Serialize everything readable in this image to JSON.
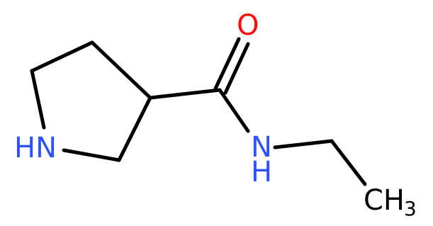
{
  "molecule": {
    "atoms": {
      "ring_nitrogen": {
        "label": "HN",
        "color": "#3050F8"
      },
      "carbonyl_oxygen": {
        "label": "O",
        "color": "#FF0D0D"
      },
      "amide_nitrogen": {
        "label": "N",
        "color": "#3050F8"
      },
      "amide_hydrogen": {
        "label": "H",
        "color": "#3050F8"
      },
      "methyl": {
        "label": "CH",
        "subscript": "3",
        "color": "#000000"
      }
    },
    "bond_color": "#000000"
  }
}
